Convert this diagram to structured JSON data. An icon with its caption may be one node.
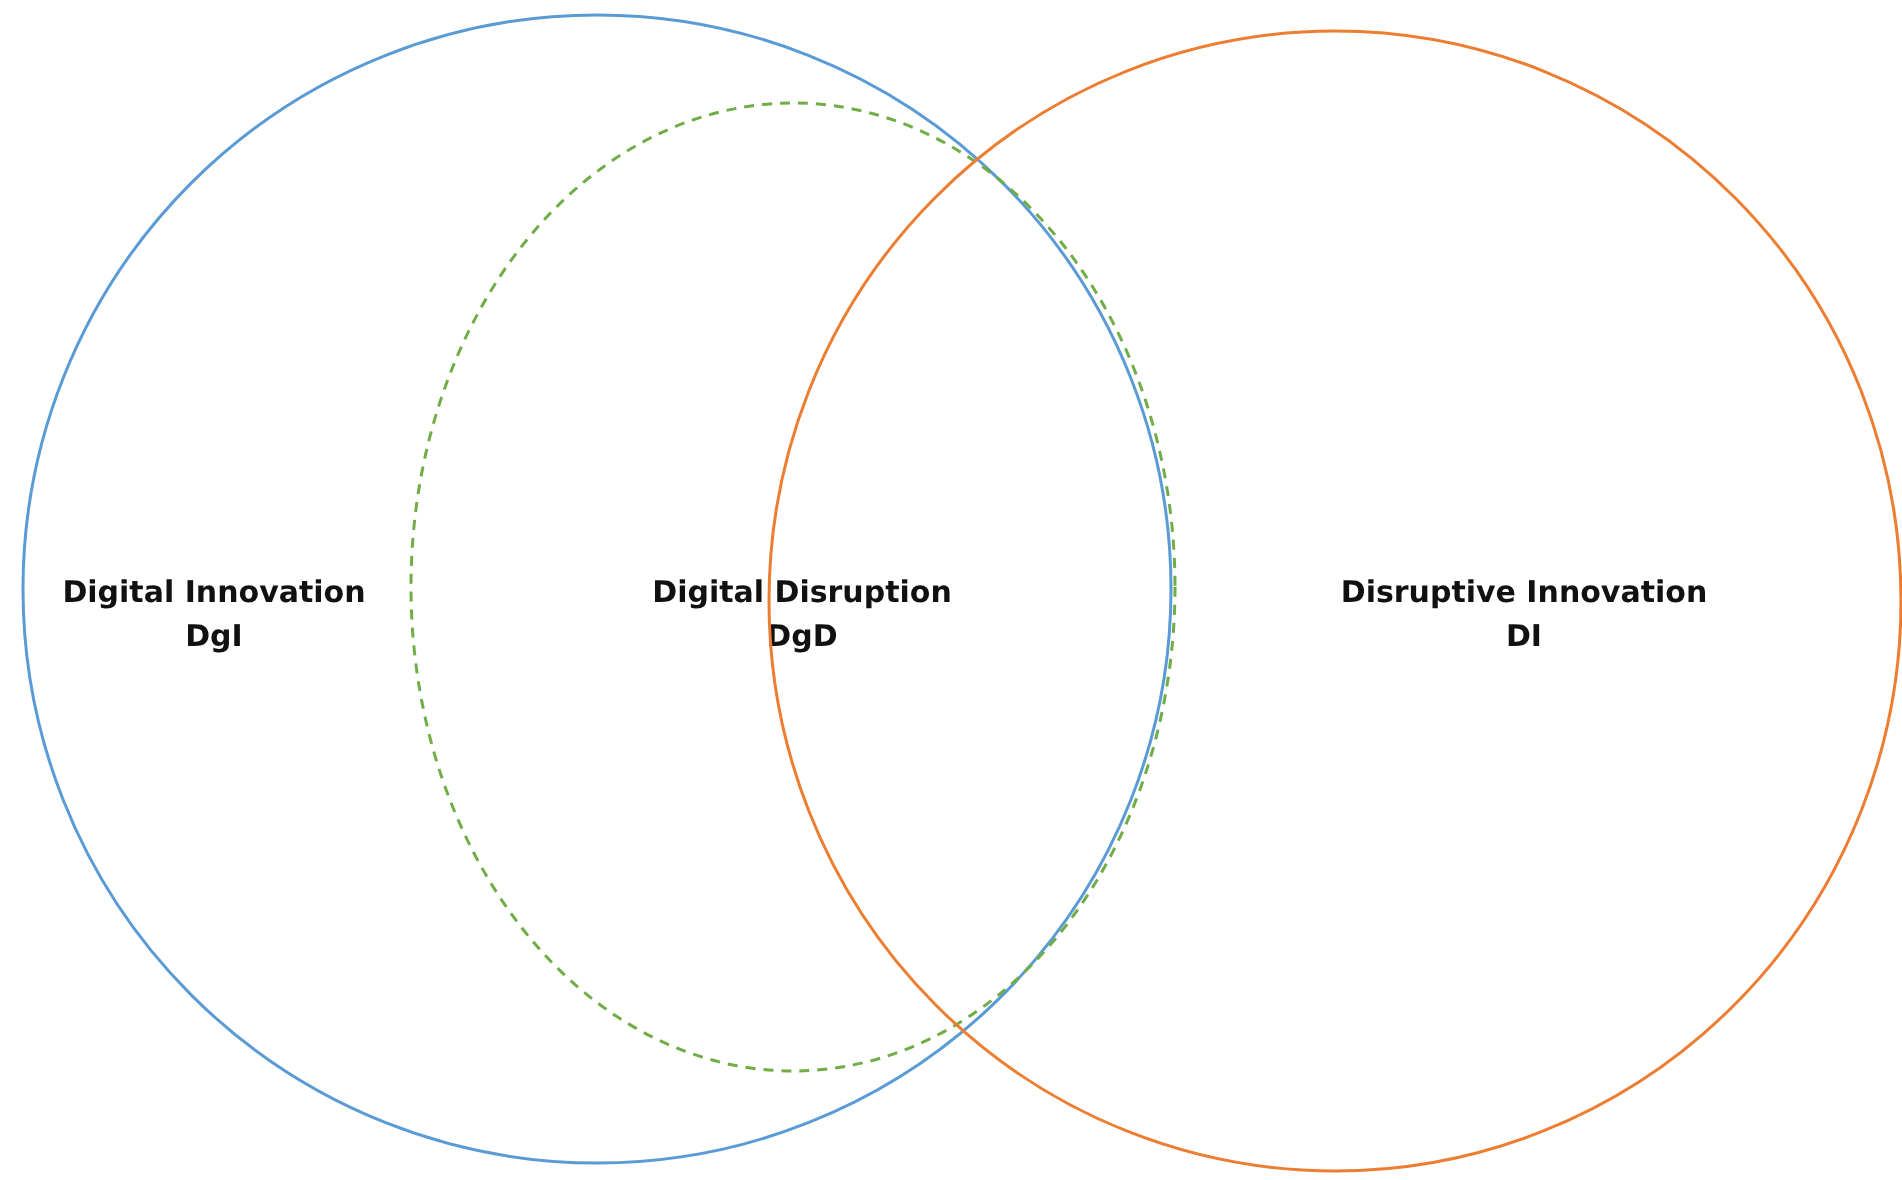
{
  "diagram": {
    "nodes": [
      {
        "text": [
          "Digital Innovation",
          "DgI"
        ]
      },
      {
        "text": [
          "Digital Disruption",
          "DgD"
        ],
        "in": 0
      },
      {
        "text": [
          "Disruptive Innovation",
          "DI"
        ]
      }
    ],
    "edges": []
  }
}
